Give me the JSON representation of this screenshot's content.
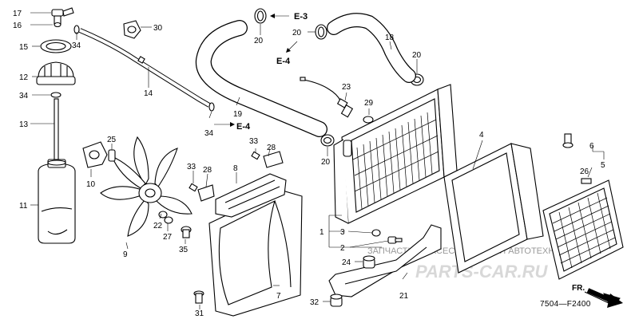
{
  "callouts": {
    "c1": "1",
    "c2": "2",
    "c3": "3",
    "c4": "4",
    "c5": "5",
    "c6": "6",
    "c7": "7",
    "c8": "8",
    "c9": "9",
    "c10": "10",
    "c11": "11",
    "c12": "12",
    "c13": "13",
    "c14": "14",
    "c15": "15",
    "c16": "16",
    "c17": "17",
    "c18": "18",
    "c19": "19",
    "c20a": "20",
    "c20b": "20",
    "c20c": "20",
    "c20d": "20",
    "c21": "21",
    "c22": "22",
    "c23": "23",
    "c24": "24",
    "c25": "25",
    "c26": "26",
    "c27": "27",
    "c28a": "28",
    "c28b": "28",
    "c29": "29",
    "c30": "30",
    "c31": "31",
    "c32": "32",
    "c33a": "33",
    "c33b": "33",
    "c34a": "34",
    "c34b": "34",
    "c34c": "34",
    "c35": "35"
  },
  "references": {
    "e3": "E-3",
    "e4a": "E-4",
    "e4b": "E-4"
  },
  "diagram_code": "7504—F2400",
  "direction_label": "FR.",
  "watermark": {
    "text": "ЗАПЧАСТИ И АКСЕССУАРЫ ДЛЯ АВТОТЕХНИКИ",
    "brand": "PARTS-CAR.RU"
  },
  "colors": {
    "line": "#000000",
    "background": "#ffffff",
    "watermark": "#9a9a9a"
  }
}
